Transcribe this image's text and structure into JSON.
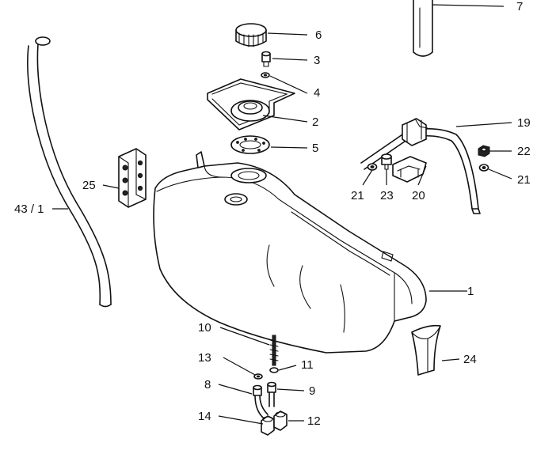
{
  "callouts": {
    "c1": "1",
    "c2": "2",
    "c3": "3",
    "c4": "4",
    "c5": "5",
    "c6": "6",
    "c7": "7",
    "c8": "8",
    "c9": "9",
    "c10": "10",
    "c11": "11",
    "c12": "12",
    "c13": "13",
    "c14": "14",
    "c19": "19",
    "c20": "20",
    "c21a": "21",
    "c21b": "21",
    "c22": "22",
    "c23": "23",
    "c24": "24",
    "c25": "25",
    "c43": "43 / 1"
  }
}
